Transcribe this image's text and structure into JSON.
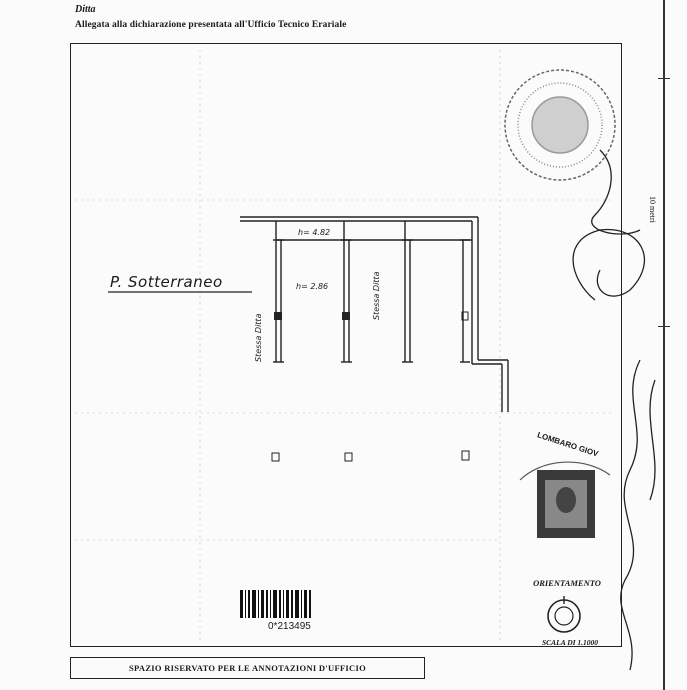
{
  "header": {
    "ditta": "Ditta",
    "allegata": "Allegata alla dichiarazione presentata all'Ufficio Tecnico Erariale"
  },
  "plan": {
    "floor_label": "P. Sotterraneo",
    "height_1": "h= 4.82",
    "height_2": "h= 2.86",
    "stessa_ditta_1": "Stessa Ditta",
    "stessa_ditta_2": "Stessa Ditta"
  },
  "scale": {
    "side_label": "10 metri",
    "bottom_label": "SCALA DI 1.1000"
  },
  "orientation": {
    "label": "ORIENTAMENTO"
  },
  "barcode": {
    "number": "0*213495"
  },
  "stamp": {
    "text": "LOMBARO GIOV"
  },
  "footer": {
    "annotations_label": "SPAZIO RISERVATO PER LE ANNOTAZIONI D'UFFICIO"
  },
  "colors": {
    "ink": "#1a1a1a",
    "paper": "#fbfbfb",
    "stamp": "#555555"
  }
}
